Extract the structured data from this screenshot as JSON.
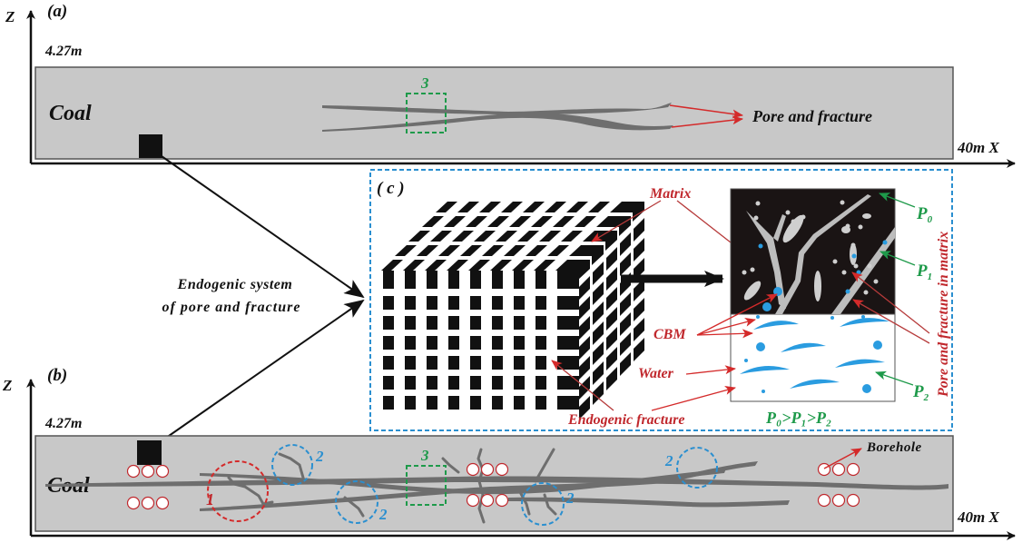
{
  "panel_a": {
    "label": "(a)",
    "z_axis": "Z",
    "height_label": "4.27m",
    "length_label": "40m X",
    "material": "Coal",
    "callout": "Pore and fracture",
    "zone_3": "3"
  },
  "connector": {
    "line1": "Endogenic system",
    "line2": "of pore and fracture"
  },
  "panel_c": {
    "label": "( c )",
    "matrix": "Matrix",
    "endogenic_fracture": "Endogenic fracture",
    "cbm": "CBM",
    "water": "Water",
    "pore_fracture_matrix": "Pore and fracture in matrix",
    "p0": "P",
    "p0_sub": "0",
    "p1": "P",
    "p1_sub": "1",
    "p2": "P",
    "p2_sub": "2",
    "relation": "P₀>P₁>P₂"
  },
  "panel_b": {
    "label": "(b)",
    "z_axis": "Z",
    "height_label": "4.27m",
    "length_label": "40m X",
    "material": "Coal",
    "borehole": "Borehole",
    "zone_1": "1",
    "zone_2": "2",
    "zone_3": "3"
  },
  "colors": {
    "coal": "#c8c8c8",
    "fracture": "#6e6e6e",
    "red": "#c0282d",
    "green": "#1e9a4a",
    "blue": "#2a8fd0"
  }
}
